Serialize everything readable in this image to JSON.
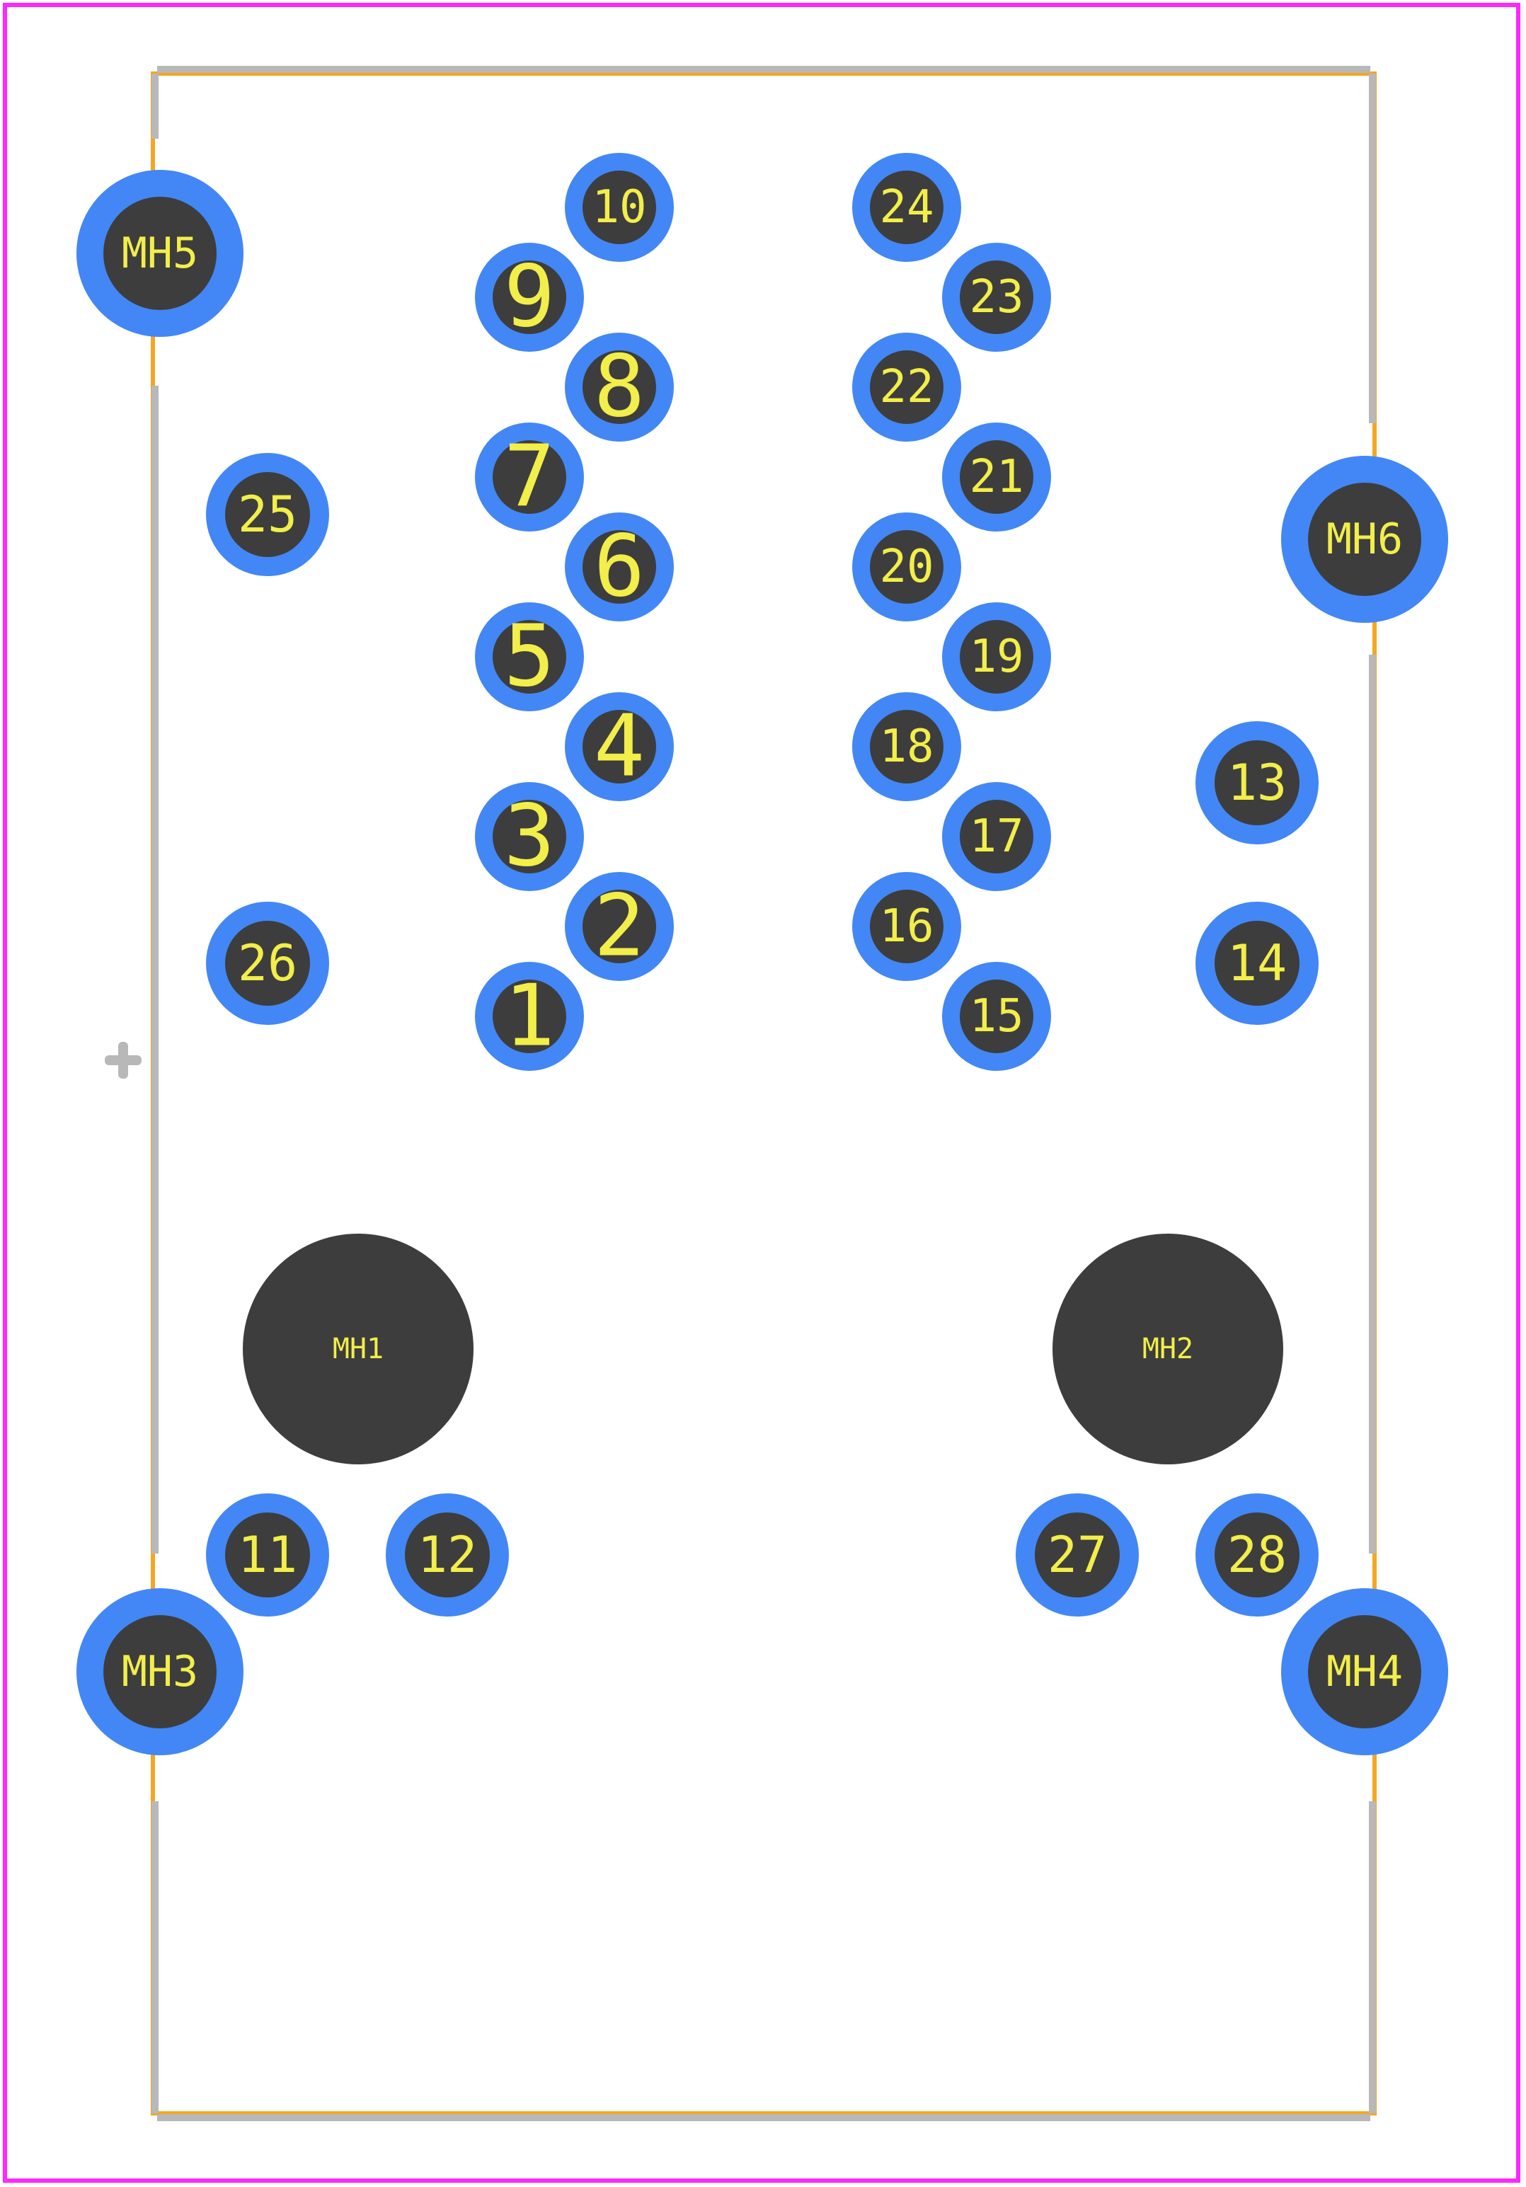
{
  "colors": {
    "background": "#ffffff",
    "board_outline": "#ff26ff",
    "courtyard": "#f5a623",
    "silkscreen": "#b8b8b8",
    "pad_ring": "#4287f5",
    "pad_hole": "#3d3d3d",
    "label": "#f2ee4a",
    "origin_marker": "#b8b8b8"
  },
  "pads": [
    {
      "id": "1",
      "label": "1",
      "kind": "pth"
    },
    {
      "id": "2",
      "label": "2",
      "kind": "pth"
    },
    {
      "id": "3",
      "label": "3",
      "kind": "pth"
    },
    {
      "id": "4",
      "label": "4",
      "kind": "pth"
    },
    {
      "id": "5",
      "label": "5",
      "kind": "pth"
    },
    {
      "id": "6",
      "label": "6",
      "kind": "pth"
    },
    {
      "id": "7",
      "label": "7",
      "kind": "pth"
    },
    {
      "id": "8",
      "label": "8",
      "kind": "pth"
    },
    {
      "id": "9",
      "label": "9",
      "kind": "pth"
    },
    {
      "id": "10",
      "label": "10",
      "kind": "pth"
    },
    {
      "id": "11",
      "label": "11",
      "kind": "pth"
    },
    {
      "id": "12",
      "label": "12",
      "kind": "pth"
    },
    {
      "id": "13",
      "label": "13",
      "kind": "pth"
    },
    {
      "id": "14",
      "label": "14",
      "kind": "pth"
    },
    {
      "id": "15",
      "label": "15",
      "kind": "pth"
    },
    {
      "id": "16",
      "label": "16",
      "kind": "pth"
    },
    {
      "id": "17",
      "label": "17",
      "kind": "pth"
    },
    {
      "id": "18",
      "label": "18",
      "kind": "pth"
    },
    {
      "id": "19",
      "label": "19",
      "kind": "pth"
    },
    {
      "id": "20",
      "label": "20",
      "kind": "pth"
    },
    {
      "id": "21",
      "label": "21",
      "kind": "pth"
    },
    {
      "id": "22",
      "label": "22",
      "kind": "pth"
    },
    {
      "id": "23",
      "label": "23",
      "kind": "pth"
    },
    {
      "id": "24",
      "label": "24",
      "kind": "pth"
    },
    {
      "id": "25",
      "label": "25",
      "kind": "pth"
    },
    {
      "id": "26",
      "label": "26",
      "kind": "pth"
    },
    {
      "id": "27",
      "label": "27",
      "kind": "pth"
    },
    {
      "id": "28",
      "label": "28",
      "kind": "pth"
    },
    {
      "id": "MH1",
      "label": "MH1",
      "kind": "npth"
    },
    {
      "id": "MH2",
      "label": "MH2",
      "kind": "npth"
    },
    {
      "id": "MH3",
      "label": "MH3",
      "kind": "mount"
    },
    {
      "id": "MH4",
      "label": "MH4",
      "kind": "mount"
    },
    {
      "id": "MH5",
      "label": "MH5",
      "kind": "mount"
    },
    {
      "id": "MH6",
      "label": "MH6",
      "kind": "mount"
    }
  ]
}
